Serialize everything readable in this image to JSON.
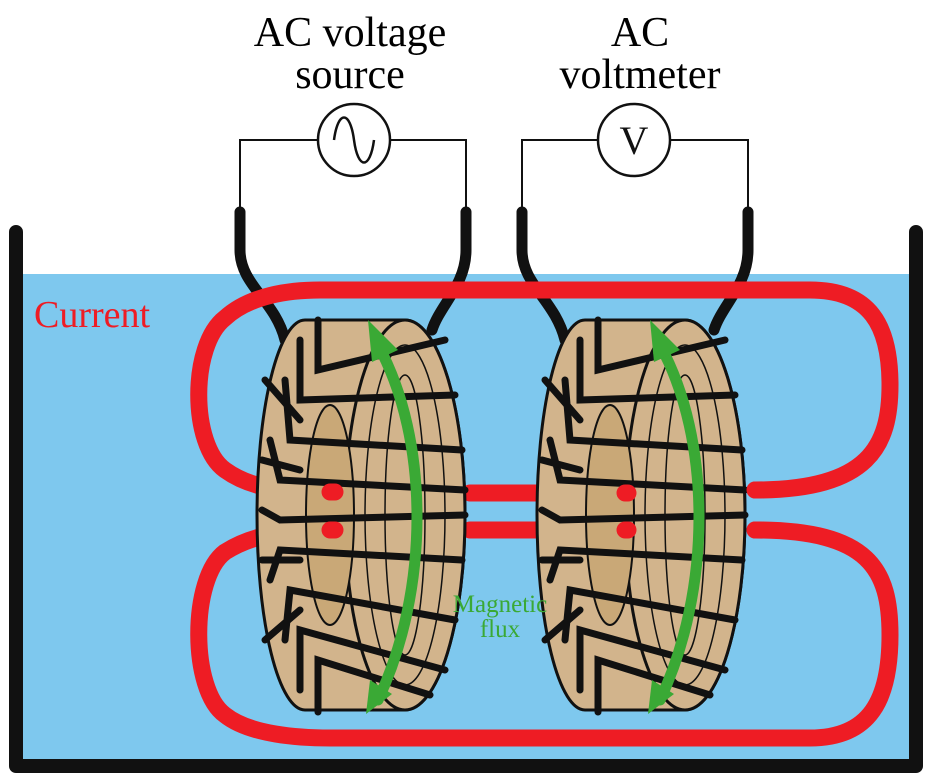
{
  "labels": {
    "source_line1": "AC voltage",
    "source_line2": "source",
    "meter_line1": "AC",
    "meter_line2": "voltmeter",
    "meter_symbol": "V",
    "current": "Current",
    "flux_line1": "Magnetic",
    "flux_line2": "flux"
  },
  "icons": {
    "source": "ac-sine-wave-icon",
    "meter": "voltmeter-v-icon"
  },
  "colors": {
    "water": "#7ec8ee",
    "current": "#ee1c24",
    "flux": "#3aa935",
    "core": "#d2b48c",
    "winding": "#111111"
  }
}
